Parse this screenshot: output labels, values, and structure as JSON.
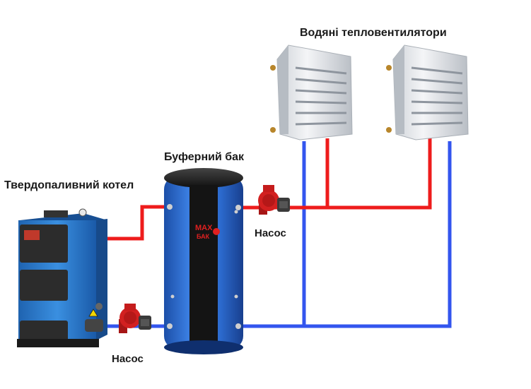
{
  "labels": {
    "fan_heaters": "Водяні тепловентилятори",
    "buffer_tank": "Буферний бак",
    "boiler": "Твердопаливний котел",
    "pump_upper": "Насос",
    "pump_lower": "Насос"
  },
  "tank_logo": {
    "line1": "MAX",
    "line2": "БАК"
  },
  "colors": {
    "hot_pipe": "#ee1c1c",
    "cold_pipe": "#3355ee",
    "tank_blue": "#2f6fd6",
    "boiler_blue": "#2a7fd0",
    "pump_red": "#d22020"
  }
}
